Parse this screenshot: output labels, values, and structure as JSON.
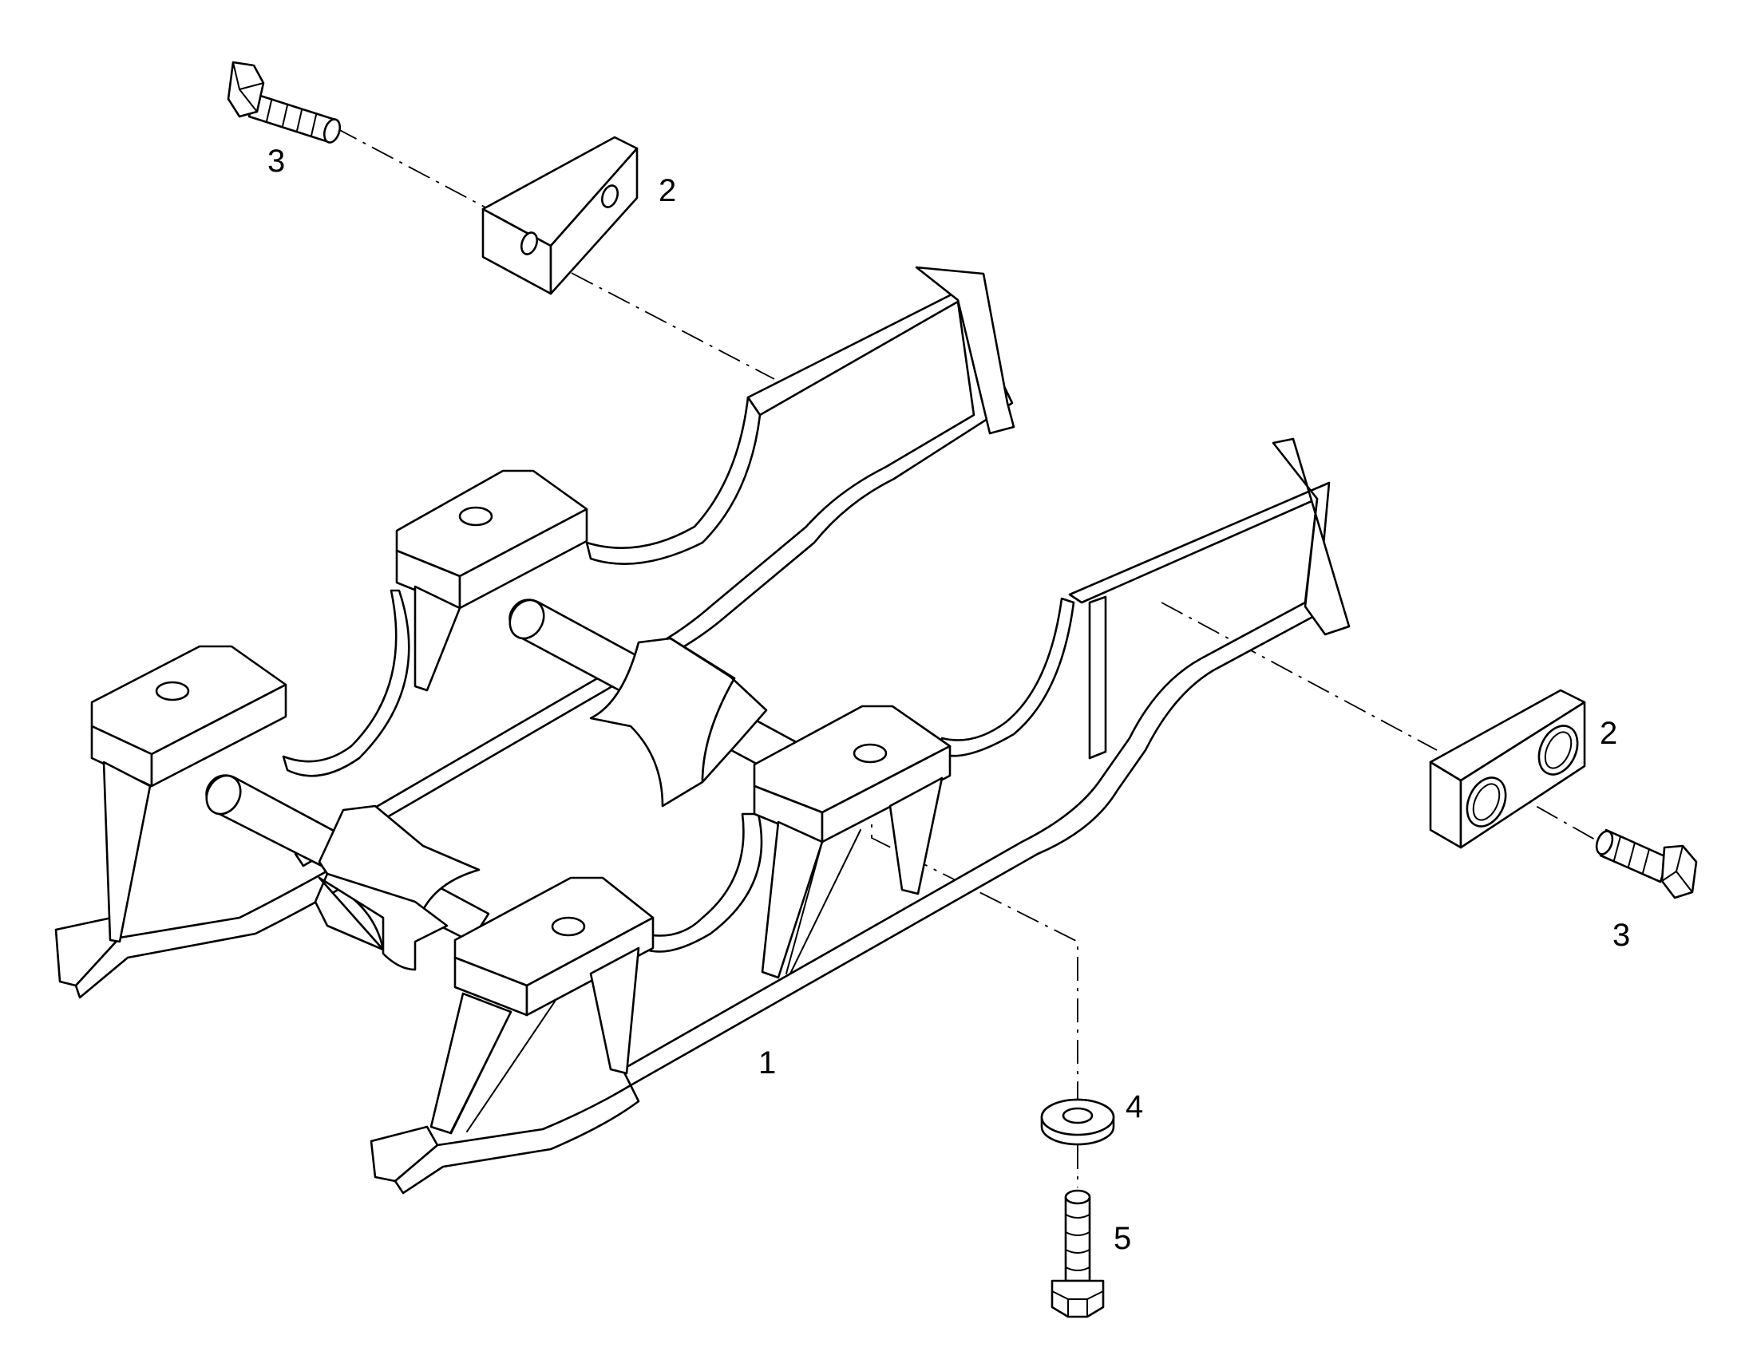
{
  "callouts": {
    "frame": "1",
    "plate_top": "2",
    "plate_right": "2",
    "bolt_top": "3",
    "bolt_right": "3",
    "washer": "4",
    "bolt_bottom": "5"
  }
}
